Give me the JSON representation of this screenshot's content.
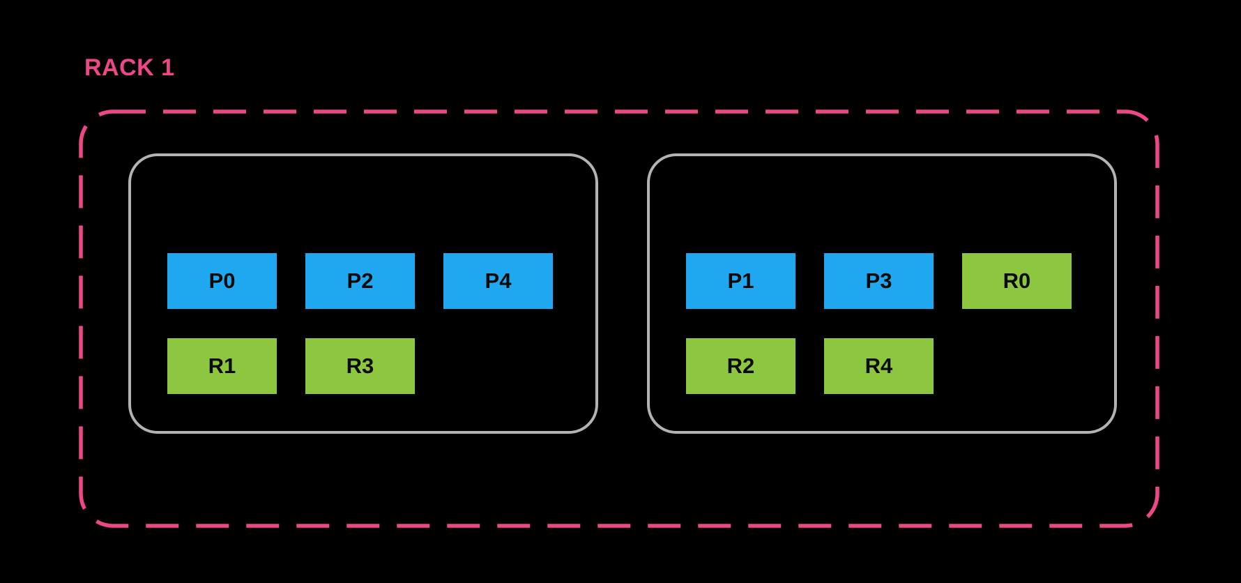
{
  "rack": {
    "label": "RACK 1",
    "groups": [
      {
        "rows": [
          [
            {
              "label": "P0",
              "color": "blue"
            },
            {
              "label": "P2",
              "color": "blue"
            },
            {
              "label": "P4",
              "color": "blue"
            }
          ],
          [
            {
              "label": "R1",
              "color": "green"
            },
            {
              "label": "R3",
              "color": "green"
            }
          ]
        ]
      },
      {
        "rows": [
          [
            {
              "label": "P1",
              "color": "blue"
            },
            {
              "label": "P3",
              "color": "blue"
            },
            {
              "label": "R0",
              "color": "green"
            }
          ],
          [
            {
              "label": "R2",
              "color": "green"
            },
            {
              "label": "R4",
              "color": "green"
            }
          ]
        ]
      }
    ]
  },
  "colors": {
    "pink": "#ee4788",
    "blue": "#1fa8f0",
    "green": "#8dc63f",
    "gray": "#b3b3b3",
    "bg": "#000000",
    "ink": "#0b0b0b"
  }
}
